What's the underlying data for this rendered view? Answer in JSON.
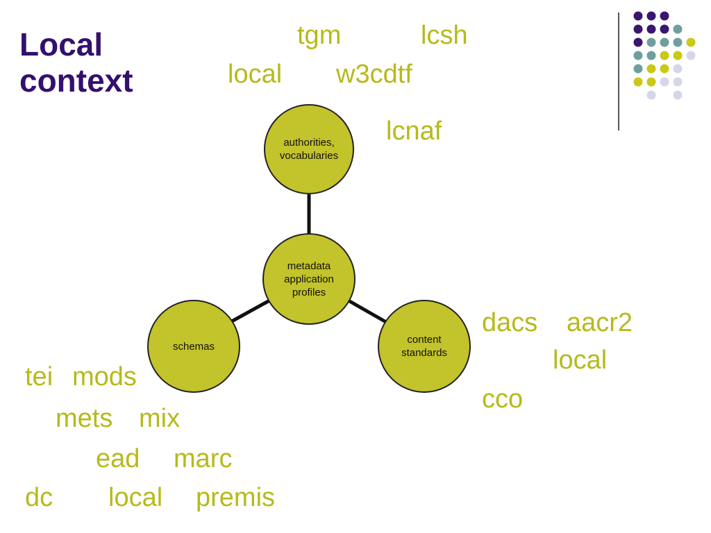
{
  "title": {
    "line1": "Local",
    "line2": "context"
  },
  "diagram": {
    "nodes": {
      "center": "metadata\napplication\nprofiles",
      "top": "authorities,\nvocabularies",
      "left": "schemas",
      "right": "content\nstandards"
    }
  },
  "terms": {
    "vocab": [
      "tgm",
      "lcsh",
      "local",
      "w3cdtf",
      "lcnaf"
    ],
    "content": [
      "dacs",
      "aacr2",
      "local",
      "cco"
    ],
    "schemas": [
      "tei",
      "mods",
      "mets",
      "mix",
      "ead",
      "marc",
      "dc",
      "local",
      "premis"
    ]
  },
  "colors": {
    "title": "#33106e",
    "term_text": "#b6ba1a",
    "node_fill": "#c3c32b",
    "dot_purple": "#3b1670",
    "dot_teal": "#6f9e9e",
    "dot_olive": "#c9c916",
    "dot_lavender": "#d6d6ea"
  },
  "decoration": {
    "dot_grid": [
      [
        "purple",
        "purple",
        "purple",
        "",
        "",
        ""
      ],
      [
        "purple",
        "purple",
        "purple",
        "teal",
        "",
        ""
      ],
      [
        "purple",
        "teal",
        "teal",
        "teal",
        "olive",
        ""
      ],
      [
        "teal",
        "teal",
        "olive",
        "olive",
        "lavender",
        ""
      ],
      [
        "teal",
        "olive",
        "olive",
        "lavender",
        "",
        ""
      ],
      [
        "olive",
        "olive",
        "lavender",
        "lavender",
        "",
        ""
      ],
      [
        "",
        "lavender",
        "",
        "lavender",
        "",
        ""
      ]
    ]
  }
}
